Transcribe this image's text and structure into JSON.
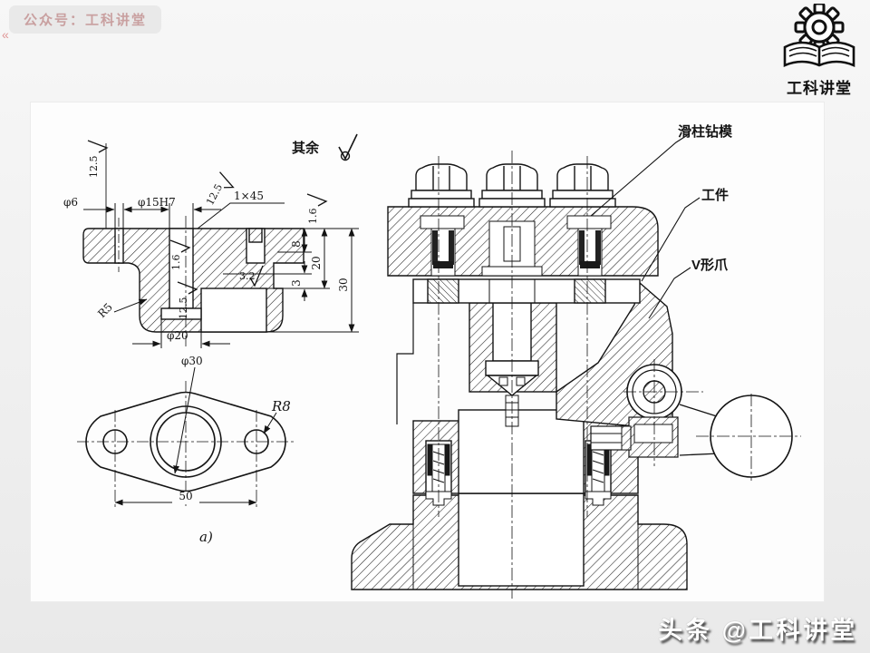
{
  "slide": {
    "badge": "公众号：工科讲堂",
    "chevron": "«",
    "logo_text": "工科讲堂",
    "footer": "头条 @工科讲堂"
  },
  "drawing": {
    "note_rest": "其余",
    "caption_a": "a)",
    "callouts": {
      "jig": "滑柱钻模",
      "workpiece": "工件",
      "vclaw": "V形爪"
    },
    "dims": {
      "phi6": "φ6",
      "phi15": "φ15H7",
      "chamfer": "1×45",
      "h8": "8",
      "h20": "20",
      "h30": "30",
      "h3": "3",
      "phi20": "φ20",
      "r5": "R5",
      "phi30": "φ30",
      "r8": "R8",
      "w50": "50",
      "ra125": "12.5",
      "ra16": "1.6",
      "ra32": "3.2"
    }
  },
  "colors": {
    "ink": "#1a1a1a",
    "page": "#fdfdfd",
    "background": "#efefef",
    "badge_text": "#c9a0a0",
    "accent_red": "#cc4444"
  }
}
